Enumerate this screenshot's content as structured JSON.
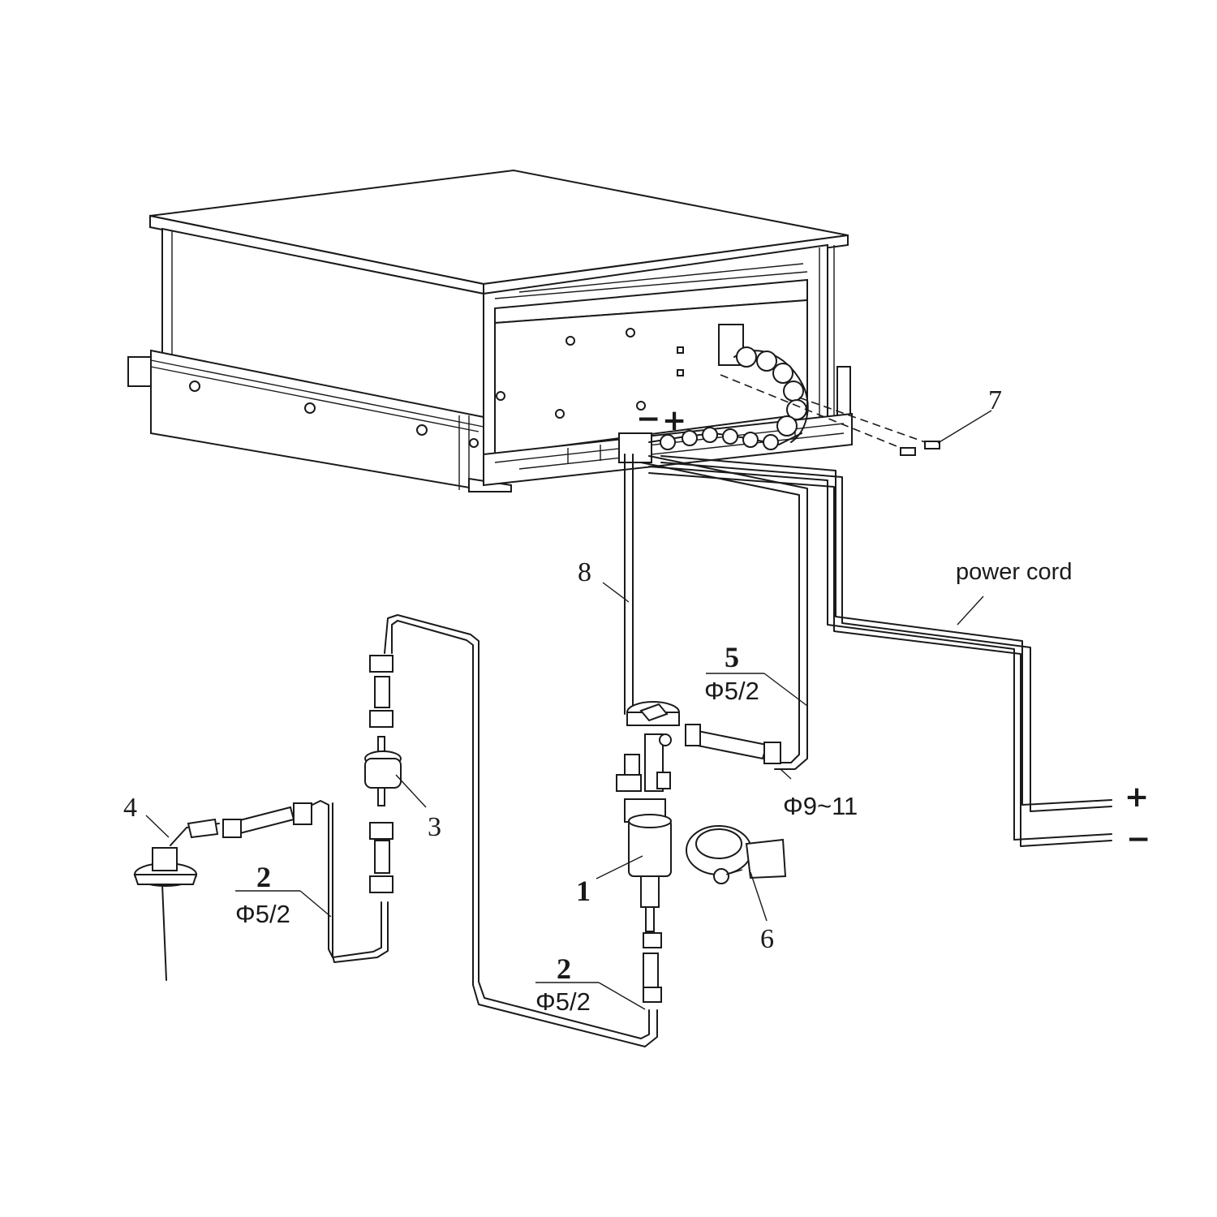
{
  "labels": {
    "part1": "1",
    "part2a_number": "2",
    "part2a_spec": "Φ5/2",
    "part2b_number": "2",
    "part2b_spec": "Φ5/2",
    "part3": "3",
    "part4": "4",
    "part5_number": "5",
    "part5_spec": "Φ5/2",
    "part5_clamp_spec": "Φ9~11",
    "part6": "6",
    "part7": "7",
    "part8": "8",
    "power_cord": "power cord",
    "heater_minus": "−",
    "heater_plus": "+",
    "terminal_plus": "+",
    "terminal_minus": "−"
  }
}
